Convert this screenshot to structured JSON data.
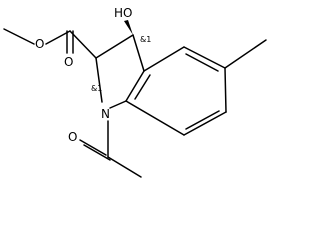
{
  "molecule": {
    "atoms": {
      "hydroxyl": "HO",
      "ring_nitrogen": "N",
      "ester_carbonyl_oxygen": "O",
      "ester_ether_oxygen": "O",
      "acetyl_oxygen": "O"
    },
    "stereo_labels": {
      "c3": "&1",
      "c2": "&1"
    }
  }
}
